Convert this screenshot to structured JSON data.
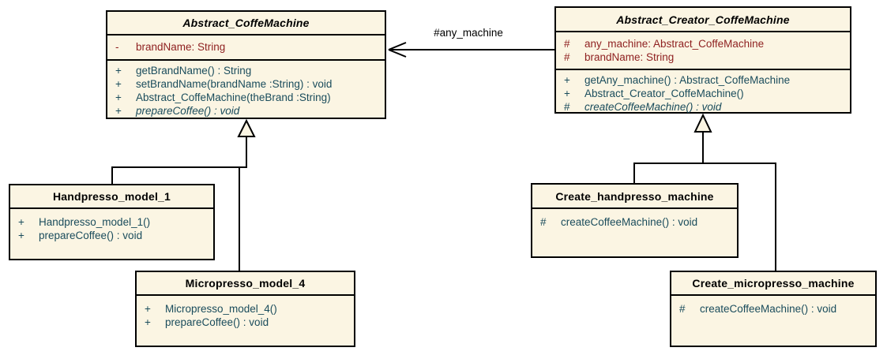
{
  "diagram_type": "UML class diagram (Factory Method pattern)",
  "colors": {
    "canvas_background": "#ffffff",
    "class_fill": "#FBF5E3",
    "class_border": "#000000",
    "attribute_text": "#8E1F1F",
    "operation_text": "#1A4C5C",
    "title_text": "#000000",
    "connector_line": "#000000"
  },
  "classes": [
    {
      "name": "Abstract_CoffeMachine",
      "abstract": true,
      "attributes": [
        {
          "visibility": "-",
          "text": "brandName: String"
        }
      ],
      "operations": [
        {
          "visibility": "+",
          "text": "getBrandName() : String"
        },
        {
          "visibility": "+",
          "text": "setBrandName(brandName :String) : void"
        },
        {
          "visibility": "+",
          "text": "Abstract_CoffeMachine(theBrand :String)"
        },
        {
          "visibility": "+",
          "text": "prepareCoffee() : void",
          "italic": true
        }
      ]
    },
    {
      "name": "Abstract_Creator_CoffeMachine",
      "abstract": true,
      "attributes": [
        {
          "visibility": "#",
          "text": "any_machine: Abstract_CoffeMachine"
        },
        {
          "visibility": "#",
          "text": "brandName: String"
        }
      ],
      "operations": [
        {
          "visibility": "+",
          "text": "getAny_machine() : Abstract_CoffeMachine"
        },
        {
          "visibility": "+",
          "text": "Abstract_Creator_CoffeMachine()"
        },
        {
          "visibility": "#",
          "text": "createCoffeeMachine() : void",
          "italic": true
        }
      ]
    },
    {
      "name": "Handpresso_model_1",
      "abstract": false,
      "attributes": [],
      "operations": [
        {
          "visibility": "+",
          "text": "Handpresso_model_1()"
        },
        {
          "visibility": "+",
          "text": "prepareCoffee() : void"
        }
      ]
    },
    {
      "name": "Micropresso_model_4",
      "abstract": false,
      "attributes": [],
      "operations": [
        {
          "visibility": "+",
          "text": "Micropresso_model_4()"
        },
        {
          "visibility": "+",
          "text": "prepareCoffee() : void"
        }
      ]
    },
    {
      "name": "Create_handpresso_machine",
      "abstract": false,
      "attributes": [],
      "operations": [
        {
          "visibility": "#",
          "text": "createCoffeeMachine() : void"
        }
      ]
    },
    {
      "name": "Create_micropresso_machine",
      "abstract": false,
      "attributes": [],
      "operations": [
        {
          "visibility": "#",
          "text": "createCoffeeMachine() : void"
        }
      ]
    }
  ],
  "relations": {
    "association": {
      "label": "#any_machine",
      "type": "directed-association",
      "from": "Abstract_Creator_CoffeMachine",
      "to": "Abstract_CoffeMachine"
    },
    "generalizations": [
      {
        "from": "Handpresso_model_1",
        "to": "Abstract_CoffeMachine"
      },
      {
        "from": "Micropresso_model_4",
        "to": "Abstract_CoffeMachine"
      },
      {
        "from": "Create_handpresso_machine",
        "to": "Abstract_Creator_CoffeMachine"
      },
      {
        "from": "Create_micropresso_machine",
        "to": "Abstract_Creator_CoffeMachine"
      }
    ]
  }
}
